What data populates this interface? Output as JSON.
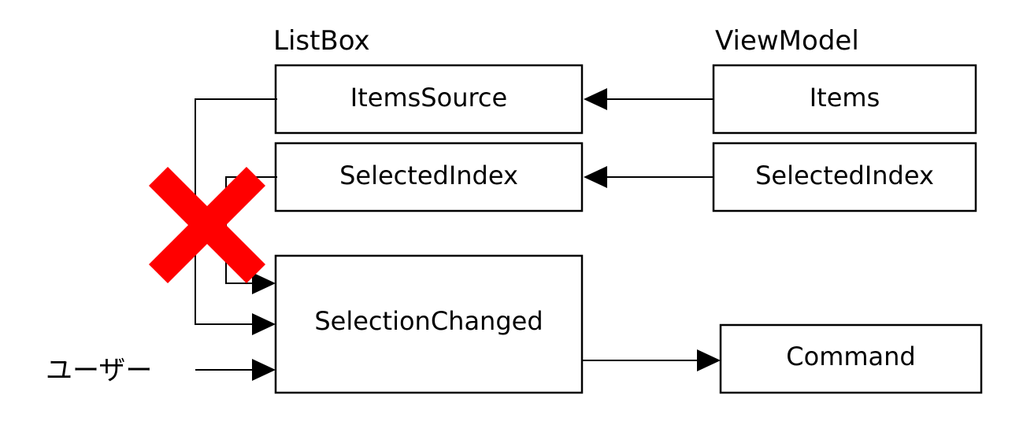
{
  "groups": {
    "listbox_title": "ListBox",
    "viewmodel_title": "ViewModel"
  },
  "listbox": {
    "items_source": "ItemsSource",
    "selected_index": "SelectedIndex",
    "selection_changed": "SelectionChanged"
  },
  "viewmodel": {
    "items": "Items",
    "selected_index": "SelectedIndex",
    "command": "Command"
  },
  "user_label": "ユーザー",
  "colors": {
    "cross": "#ff0000",
    "line": "#000000"
  }
}
